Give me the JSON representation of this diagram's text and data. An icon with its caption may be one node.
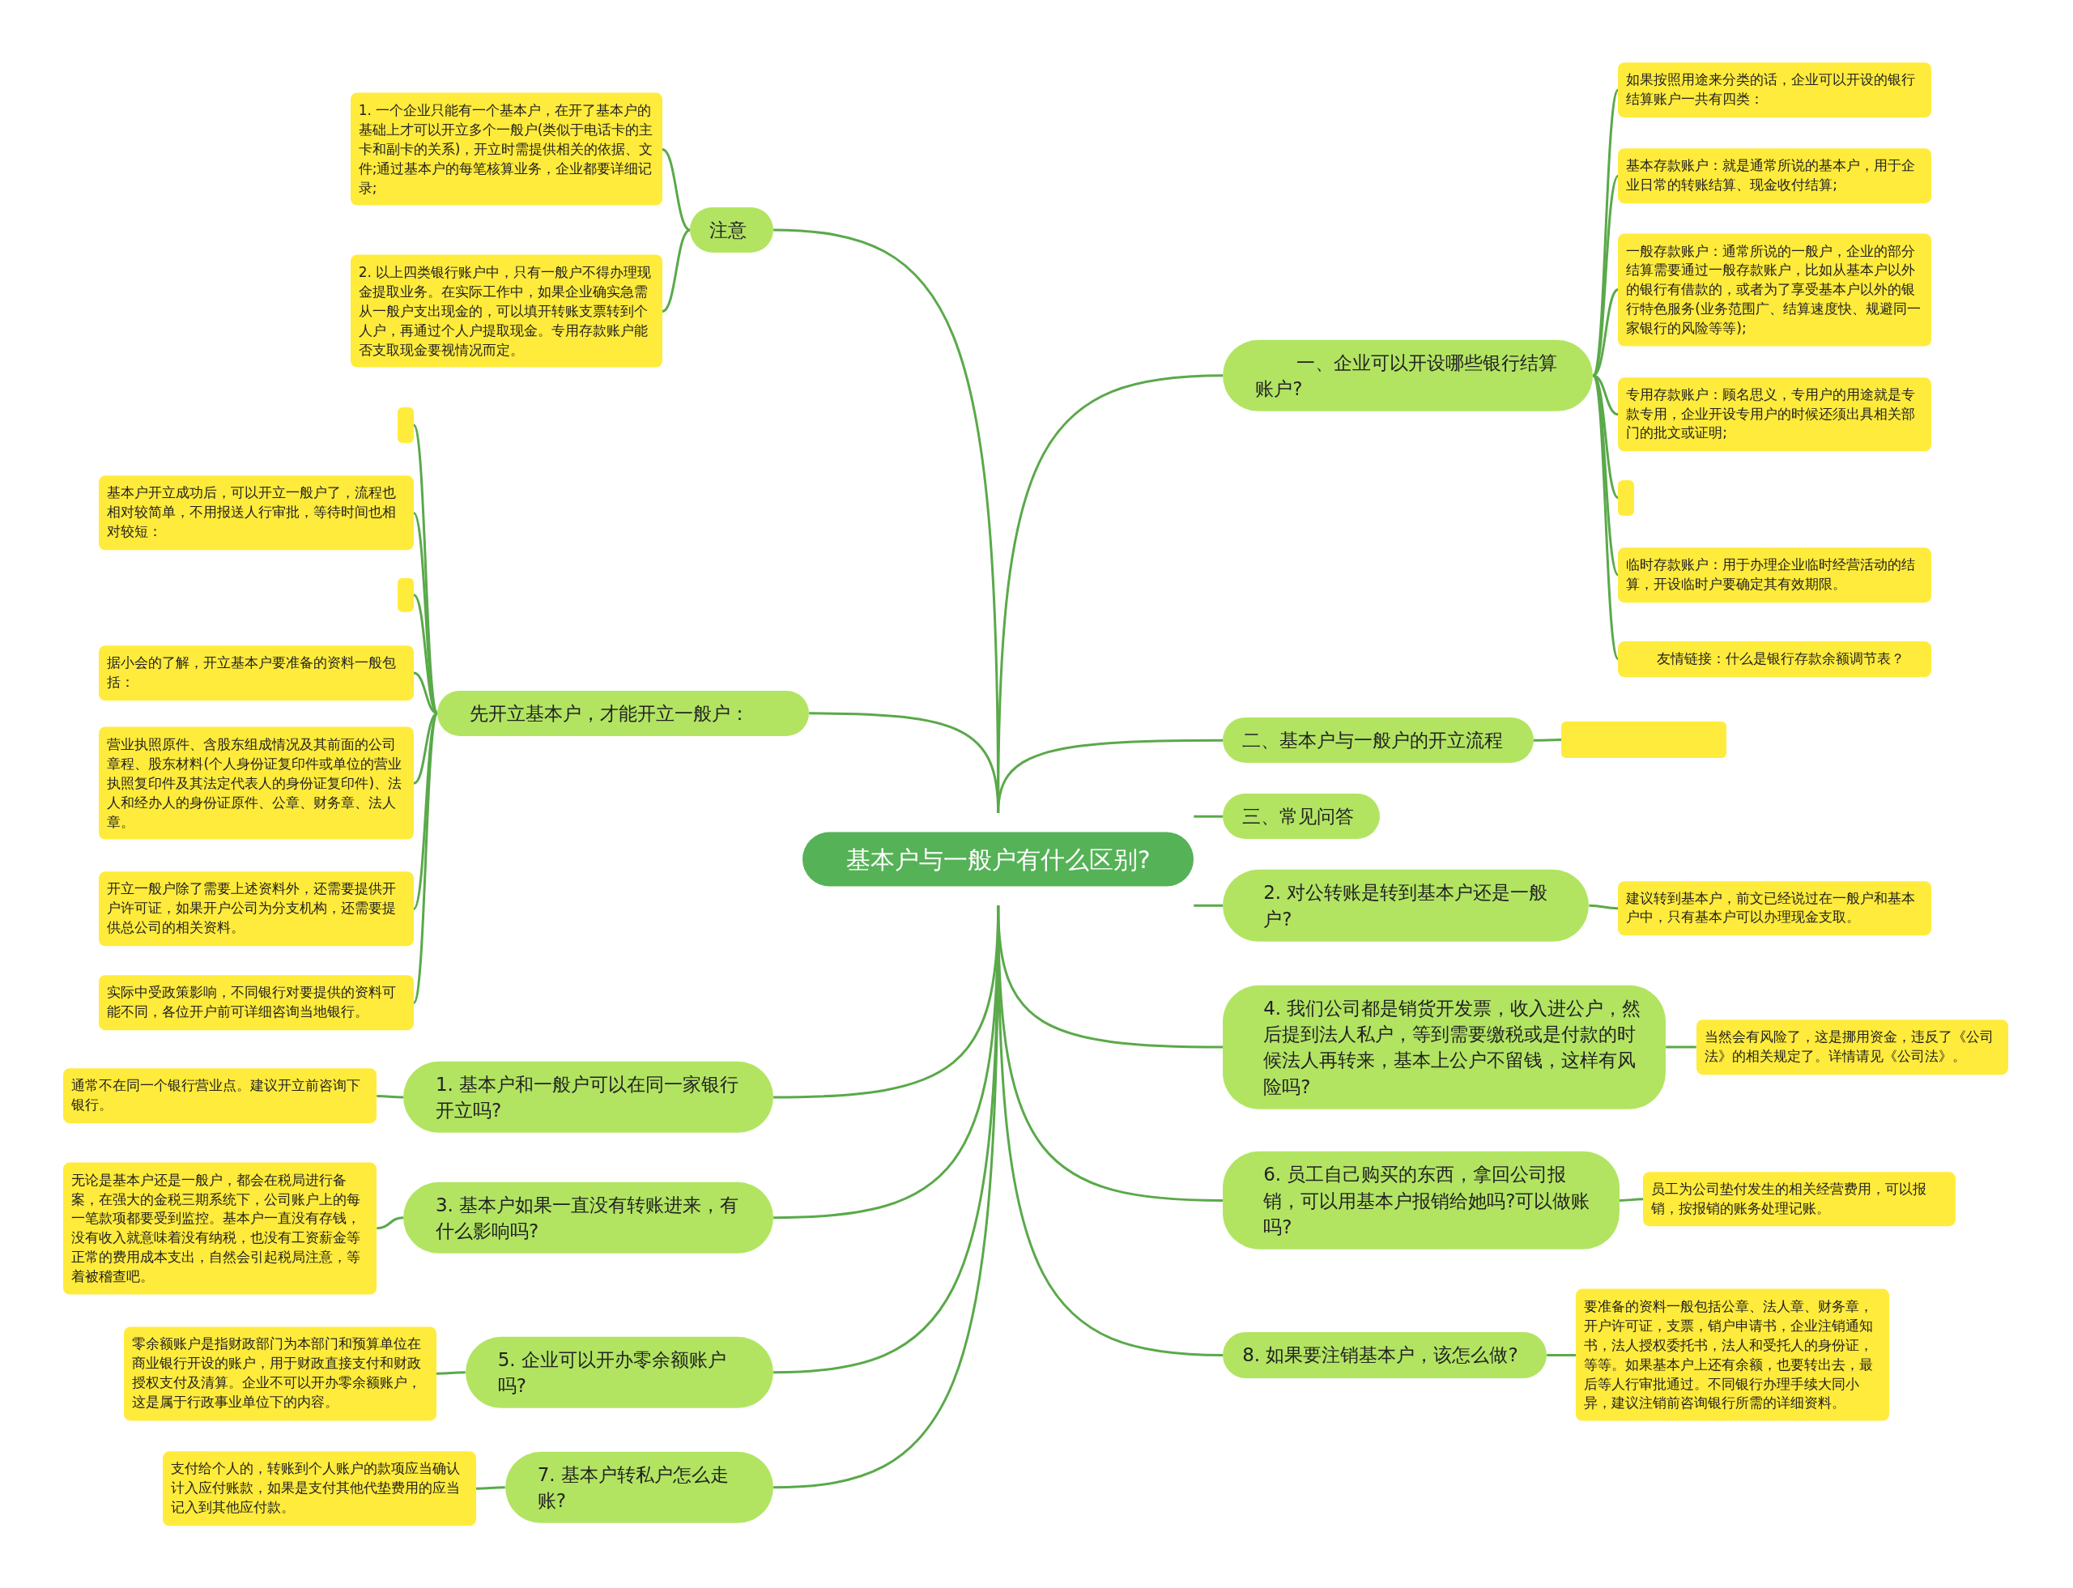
{
  "diagram": {
    "nodes": [
      {
        "text": [
          "基本户与一般户有什么区别?"
        ]
      },
      {
        "text": [
          "一、企业可以开设哪些银行结算账户?"
        ]
      },
      {
        "text": [
          "如果按照用途来分类的话，企业可以开设的银行结算账户一共有四类："
        ]
      },
      {
        "text": [
          "基本存款账户：就是通常所说的基本户，用于企业日常的转账结算、现金收付结算;"
        ]
      },
      {
        "text": [
          "一般存款账户：通常所说的一般户，企业的部分结算需要通过一般存款账户，比如从基本户以外的银行有借款的，或者为了享受基本户以外的银行特色服务(业务范围广、结算速度快、规避同一家银行的风险等等);"
        ]
      },
      {
        "text": [
          "专用存款账户：顾名思义，专用户的用途就是专款专用，企业开设专用户的时候还须出具相关部门的批文或证明;"
        ]
      },
      {
        "text": [],
        "shape": "box"
      },
      {
        "text": [
          "临时存款账户：用于办理企业临时经营活动的结算，开设临时户要确定其有效期限。"
        ]
      },
      {
        "text": [
          "友情链接：什么是银行存款余额调节表？"
        ]
      },
      {
        "text": [
          "二、基本户与一般户的开立流程"
        ]
      },
      {
        "text": [],
        "shape": "box"
      },
      {
        "text": [
          "三、常见问答"
        ]
      },
      {
        "text": [
          "2. 对公转账是转到基本户还是一般户?"
        ]
      },
      {
        "text": [
          "建议转到基本户，前文已经说过在一般户和基本户中，只有基本户可以办理现金支取。"
        ]
      },
      {
        "text": [
          "4. 我们公司都是销货开发票，收入进公户，然后提到法人私户，等到需要缴税或是付款的时候法人再转来，基本上公户不留钱，这样有风险吗?"
        ]
      },
      {
        "text": [
          "当然会有风险了，这是挪用资金，违反了《公司法》的相关规定了。详情请见《公司法》。"
        ]
      },
      {
        "text": [
          "6. 员工自己购买的东西，拿回公司报销，可以用基本户报销给她吗?可以做账吗?"
        ]
      },
      {
        "text": [
          "员工为公司垫付发生的相关经营费用，可以报销，按报销的账务处理记账。"
        ]
      },
      {
        "text": [
          "8. 如果要注销基本户，该怎么做?"
        ]
      },
      {
        "text": [
          "要准备的资料一般包括公章、法人章、财务章，开户许可证，支票，销户申请书，企业注销通知书，法人授权委托书，法人和受托人的身份证，等等。如果基本户上还有余额，也要转出去，最后等人行审批通过。不同银行办理手续大同小异，建议注销前咨询银行所需的详细资料。"
        ]
      },
      {
        "text": [
          "注意"
        ]
      },
      {
        "text": [
          "1. 一个企业只能有一个基本户，在开了基本户的基础上才可以开立多个一般户(类似于电话卡的主卡和副卡的关系)，开立时需提供相关的依据、文件;通过基本户的每笔核算业务，企业都要详细记录;"
        ]
      },
      {
        "text": [
          "2. 以上四类银行账户中，只有一般户不得办理现金提取业务。在实际工作中，如果企业确实急需从一般户支出现金的，可以填开转账支票转到个人户，再通过个人户提取现金。专用存款账户能否支取现金要视情况而定。"
        ]
      },
      {
        "text": [
          "先开立基本户，才能开立一般户："
        ]
      },
      {
        "text": [],
        "shape": "box"
      },
      {
        "text": [
          "基本户开立成功后，可以开立一般户了，流程也相对较简单，不用报送人行审批，等待时间也相对较短："
        ]
      },
      {
        "text": [],
        "shape": "box"
      },
      {
        "text": [
          "据小会的了解，开立基本户要准备的资料一般包括："
        ]
      },
      {
        "text": [
          "营业执照原件、含股东组成情况及其前面的公司章程、股东材料(个人身份证复印件或单位的营业执照复印件及其法定代表人的身份证复印件)、法人和经办人的身份证原件、公章、财务章、法人章。"
        ]
      },
      {
        "text": [
          "开立一般户除了需要上述资料外，还需要提供开户许可证，如果开户公司为分支机构，还需要提供总公司的相关资料。"
        ]
      },
      {
        "text": [
          "实际中受政策影响，不同银行对要提供的资料可能不同，各位开户前可详细咨询当地银行。"
        ]
      },
      {
        "text": [
          "1. 基本户和一般户可以在同一家银行开立吗?"
        ]
      },
      {
        "text": [
          "通常不在同一个银行营业点。建议开立前咨询下银行。"
        ]
      },
      {
        "text": [
          "3. 基本户如果一直没有转账进来，有什么影响吗?"
        ]
      },
      {
        "text": [
          "无论是基本户还是一般户，都会在税局进行备案，在强大的金税三期系统下，公司账户上的每一笔款项都要受到监控。基本户一直没有存钱，没有收入就意味着没有纳税，也没有工资薪金等正常的费用成本支出，自然会引起税局注意，等着被稽查吧。"
        ]
      },
      {
        "text": [
          "5. 企业可以开办零余额账户吗?"
        ]
      },
      {
        "text": [
          "零余额账户是指财政部门为本部门和预算单位在商业银行开设的账户，用于财政直接支付和财政授权支付及清算。企业不可以开办零余额账户，这是属于行政事业单位下的内容。"
        ]
      },
      {
        "text": [
          "7. 基本户转私户怎么走账?"
        ]
      },
      {
        "text": [
          "支付给个人的，转账到个人账户的款项应当确认计入应付账款，如果是支付其他代垫费用的应当记入到其他应付款。"
        ]
      }
    ],
    "edges": [
      {
        "from": 0,
        "to": 1,
        "arrow": "none"
      },
      {
        "from": 1,
        "to": 2,
        "arrow": "none"
      },
      {
        "from": 1,
        "to": 3,
        "arrow": "none"
      },
      {
        "from": 1,
        "to": 4,
        "arrow": "none"
      },
      {
        "from": 1,
        "to": 5,
        "arrow": "none"
      },
      {
        "from": 1,
        "to": 6,
        "arrow": "none"
      },
      {
        "from": 1,
        "to": 7,
        "arrow": "none"
      },
      {
        "from": 1,
        "to": 8,
        "arrow": "none"
      },
      {
        "from": 0,
        "to": 9,
        "arrow": "none"
      },
      {
        "from": 9,
        "to": 10,
        "arrow": "none"
      },
      {
        "from": 0,
        "to": 11,
        "arrow": "none"
      },
      {
        "from": 0,
        "to": 12,
        "arrow": "none"
      },
      {
        "from": 12,
        "to": 13,
        "arrow": "none"
      },
      {
        "from": 0,
        "to": 14,
        "arrow": "none"
      },
      {
        "from": 14,
        "to": 15,
        "arrow": "none"
      },
      {
        "from": 0,
        "to": 16,
        "arrow": "none"
      },
      {
        "from": 16,
        "to": 17,
        "arrow": "none"
      },
      {
        "from": 0,
        "to": 18,
        "arrow": "none"
      },
      {
        "from": 18,
        "to": 19,
        "arrow": "none"
      },
      {
        "from": 0,
        "to": 20,
        "arrow": "none"
      },
      {
        "from": 20,
        "to": 21,
        "arrow": "none"
      },
      {
        "from": 20,
        "to": 22,
        "arrow": "none"
      },
      {
        "from": 0,
        "to": 23,
        "arrow": "none"
      },
      {
        "from": 23,
        "to": 24,
        "arrow": "none"
      },
      {
        "from": 23,
        "to": 25,
        "arrow": "none"
      },
      {
        "from": 23,
        "to": 26,
        "arrow": "none"
      },
      {
        "from": 23,
        "to": 27,
        "arrow": "none"
      },
      {
        "from": 23,
        "to": 28,
        "arrow": "none"
      },
      {
        "from": 23,
        "to": 29,
        "arrow": "none"
      },
      {
        "from": 23,
        "to": 30,
        "arrow": "none"
      },
      {
        "from": 0,
        "to": 31,
        "arrow": "none"
      },
      {
        "from": 31,
        "to": 32,
        "arrow": "none"
      },
      {
        "from": 0,
        "to": 33,
        "arrow": "none"
      },
      {
        "from": 33,
        "to": 34,
        "arrow": "none"
      },
      {
        "from": 0,
        "to": 35,
        "arrow": "none"
      },
      {
        "from": 35,
        "to": 36,
        "arrow": "none"
      },
      {
        "from": 0,
        "to": 37,
        "arrow": "none"
      },
      {
        "from": 37,
        "to": 38,
        "arrow": "none"
      }
    ]
  }
}
